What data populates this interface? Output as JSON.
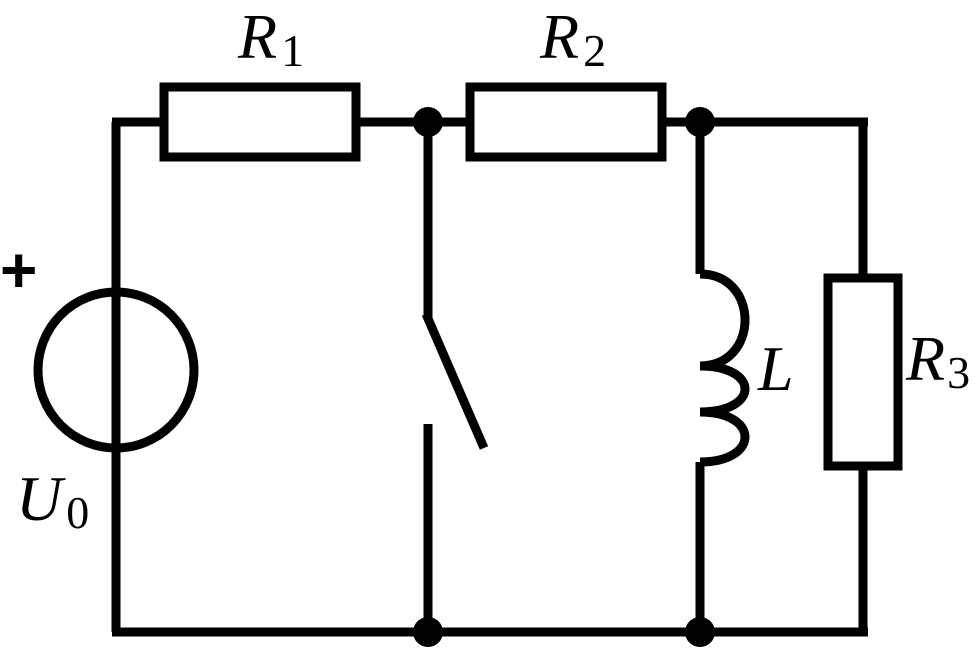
{
  "components": {
    "R1": {
      "symbol": "R",
      "subscript": "1"
    },
    "R2": {
      "symbol": "R",
      "subscript": "2"
    },
    "R3": {
      "symbol": "R",
      "subscript": "3"
    },
    "L": {
      "symbol": "L"
    },
    "U0": {
      "symbol": "U",
      "subscript": "0",
      "polarity": "+"
    }
  }
}
